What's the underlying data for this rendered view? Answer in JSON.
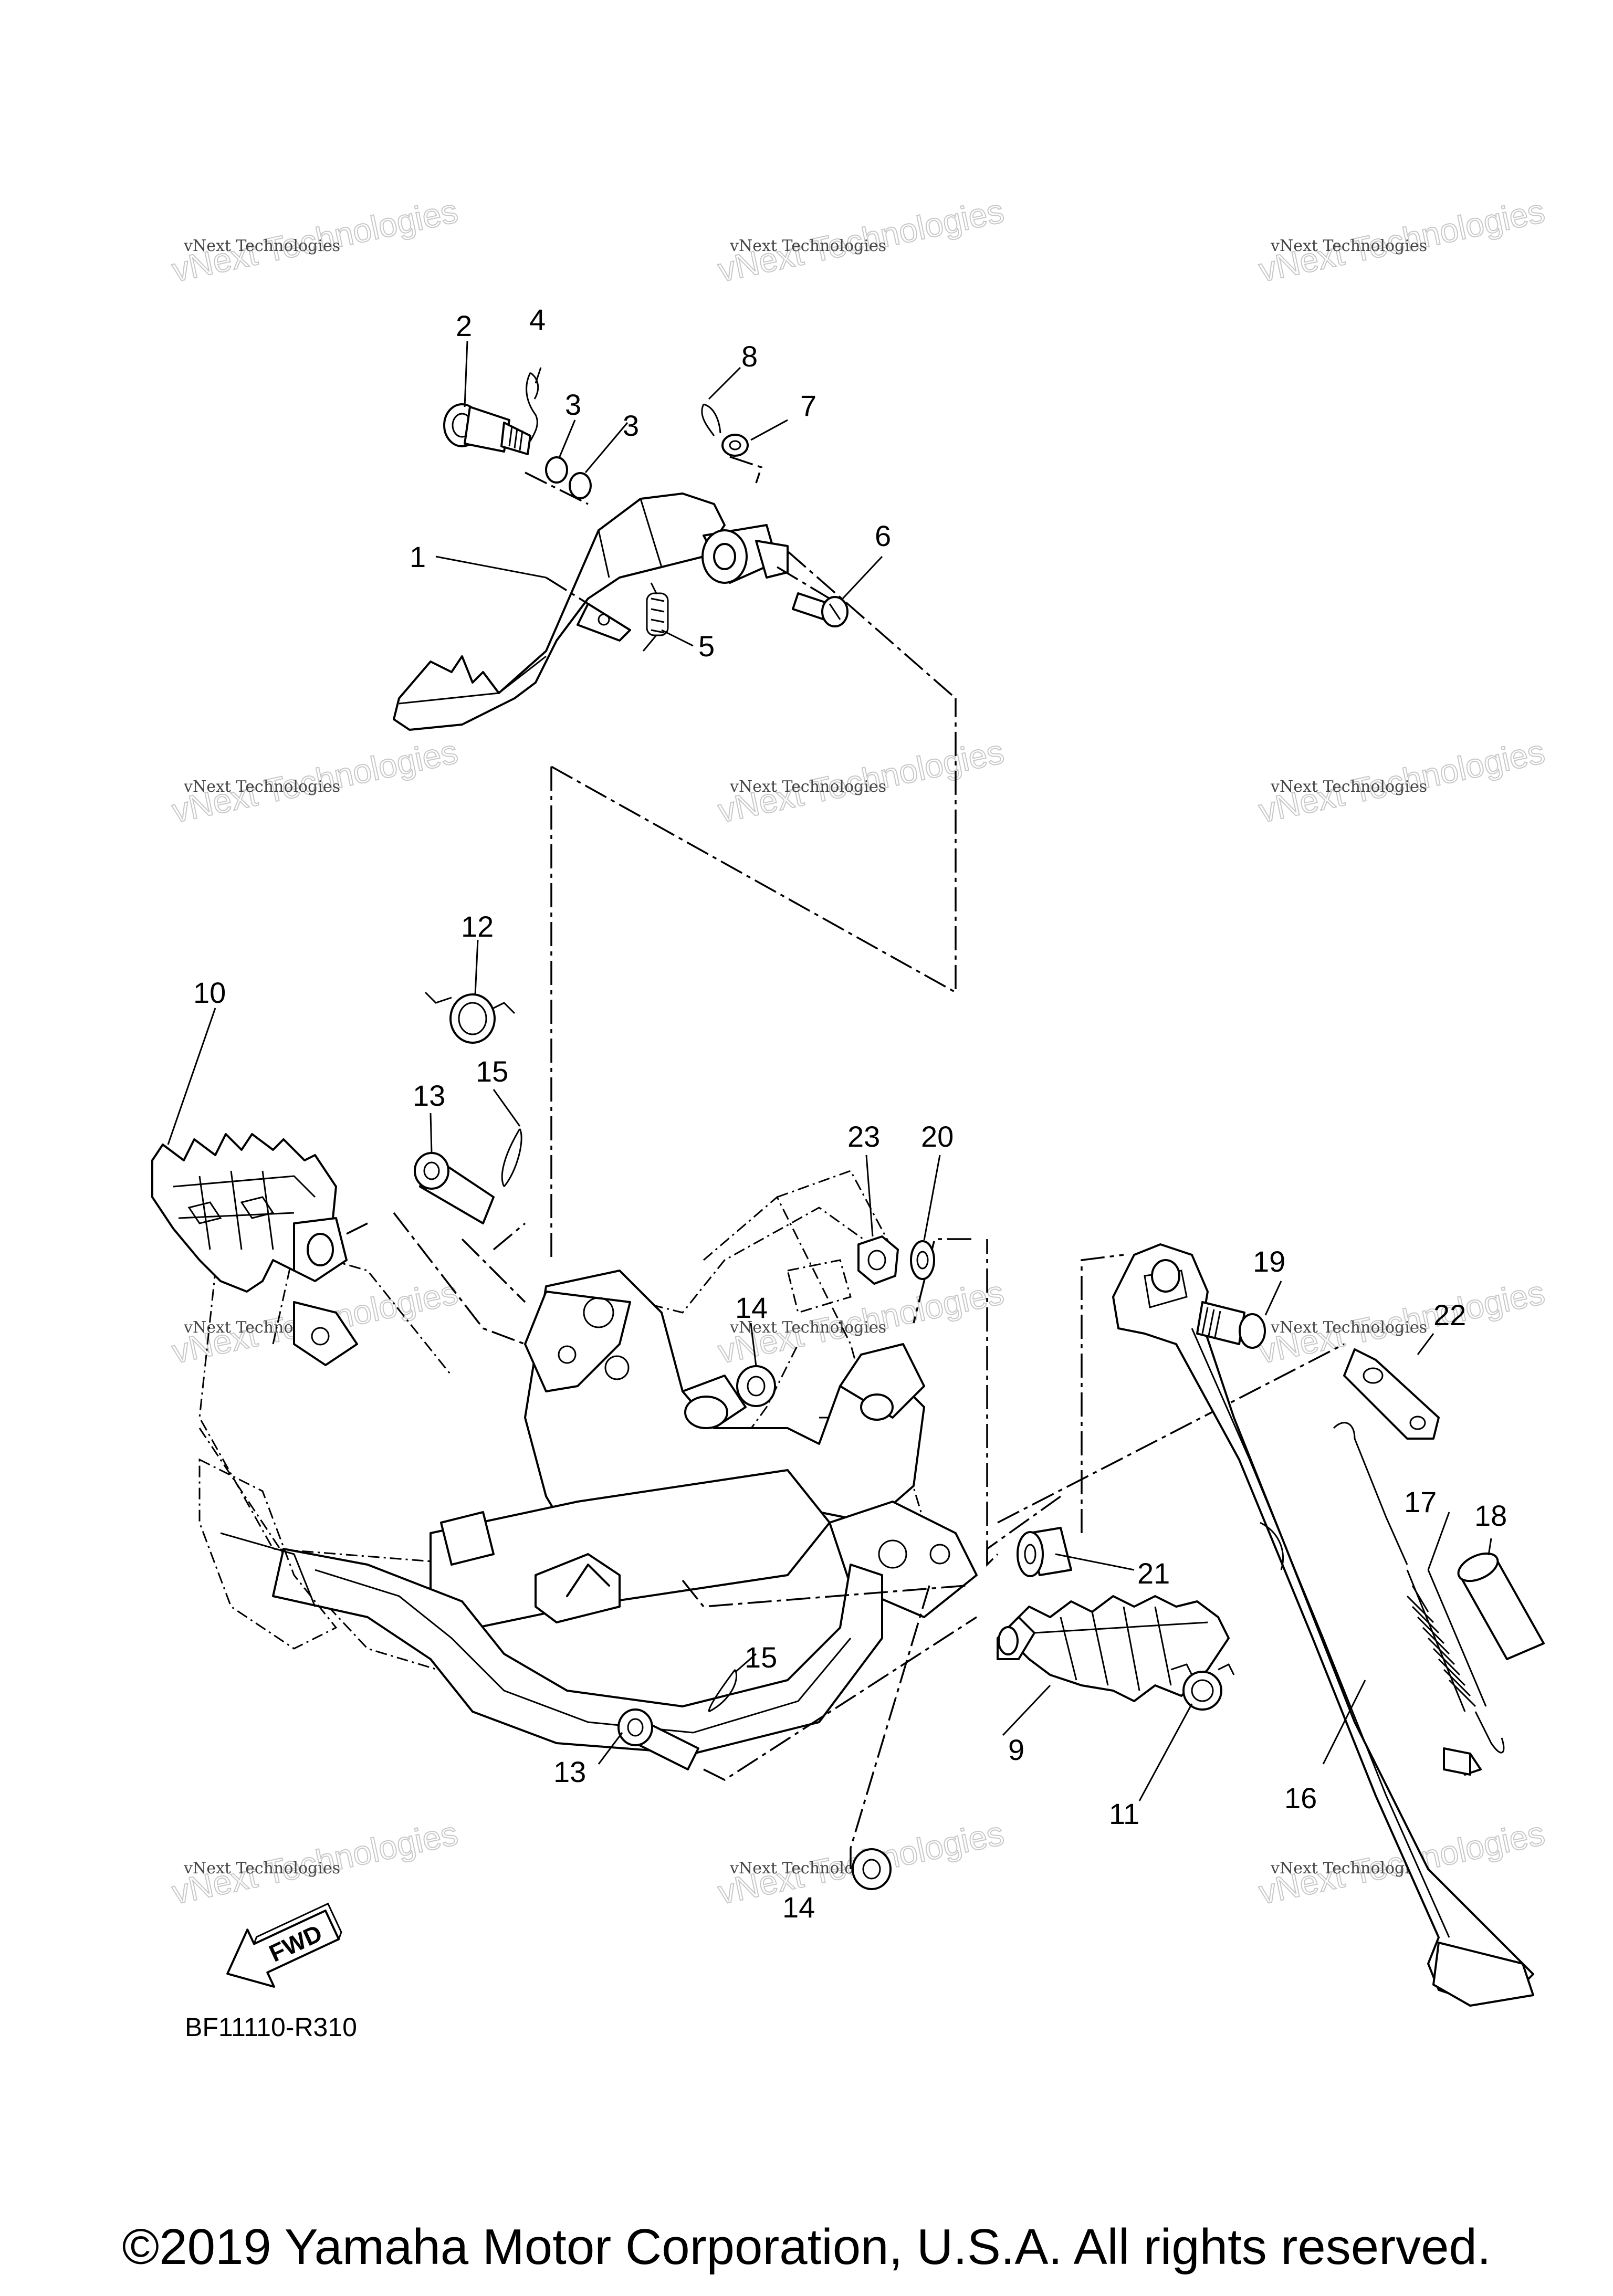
{
  "diagram": {
    "callouts": [
      {
        "id": "c1",
        "text": "1"
      },
      {
        "id": "c2",
        "text": "2"
      },
      {
        "id": "c3a",
        "text": "3"
      },
      {
        "id": "c3b",
        "text": "3"
      },
      {
        "id": "c4",
        "text": "4"
      },
      {
        "id": "c5",
        "text": "5"
      },
      {
        "id": "c6",
        "text": "6"
      },
      {
        "id": "c7",
        "text": "7"
      },
      {
        "id": "c8",
        "text": "8"
      },
      {
        "id": "c9",
        "text": "9"
      },
      {
        "id": "c10",
        "text": "10"
      },
      {
        "id": "c11",
        "text": "11"
      },
      {
        "id": "c12",
        "text": "12"
      },
      {
        "id": "c13a",
        "text": "13"
      },
      {
        "id": "c13b",
        "text": "13"
      },
      {
        "id": "c14a",
        "text": "14"
      },
      {
        "id": "c14b",
        "text": "14"
      },
      {
        "id": "c15a",
        "text": "15"
      },
      {
        "id": "c15b",
        "text": "15"
      },
      {
        "id": "c16",
        "text": "16"
      },
      {
        "id": "c17",
        "text": "17"
      },
      {
        "id": "c18",
        "text": "18"
      },
      {
        "id": "c19",
        "text": "19"
      },
      {
        "id": "c20",
        "text": "20"
      },
      {
        "id": "c21",
        "text": "21"
      },
      {
        "id": "c22",
        "text": "22"
      },
      {
        "id": "c23",
        "text": "23"
      }
    ],
    "direction_label": "FWD",
    "part_code": "BF11110-R310"
  },
  "watermark": {
    "line1": "vNext Technologies",
    "line2": "vNext Technologies"
  },
  "footer": {
    "copyright": "©2019 Yamaha Motor Corporation, U.S.A. All rights reserved."
  }
}
